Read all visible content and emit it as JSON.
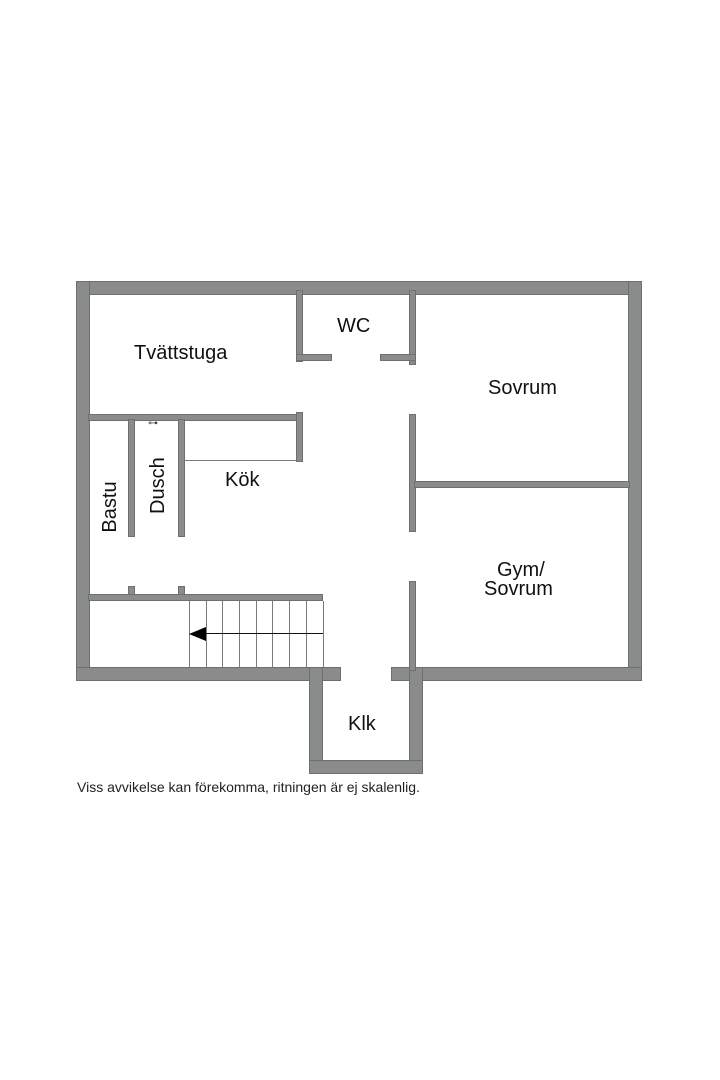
{
  "floorplan": {
    "wall_color": "#8a8c8c",
    "rooms": [
      {
        "id": "tvattstuga",
        "label": "Tvättstuga"
      },
      {
        "id": "wc",
        "label": "WC"
      },
      {
        "id": "sovrum",
        "label": "Sovrum"
      },
      {
        "id": "kok",
        "label": "Kök"
      },
      {
        "id": "dusch",
        "label": "Dusch"
      },
      {
        "id": "bastu",
        "label": "Bastu"
      },
      {
        "id": "gym",
        "label_line1": "Gym/",
        "label_line2": "Sovrum"
      },
      {
        "id": "klk",
        "label": "Klk"
      }
    ],
    "stairs": {
      "direction": "left",
      "steps": 8
    },
    "icons": {
      "shower": "shower-head-icon"
    }
  },
  "footer": {
    "disclaimer": "Viss avvikelse kan förekomma, ritningen är ej skalenlig."
  }
}
